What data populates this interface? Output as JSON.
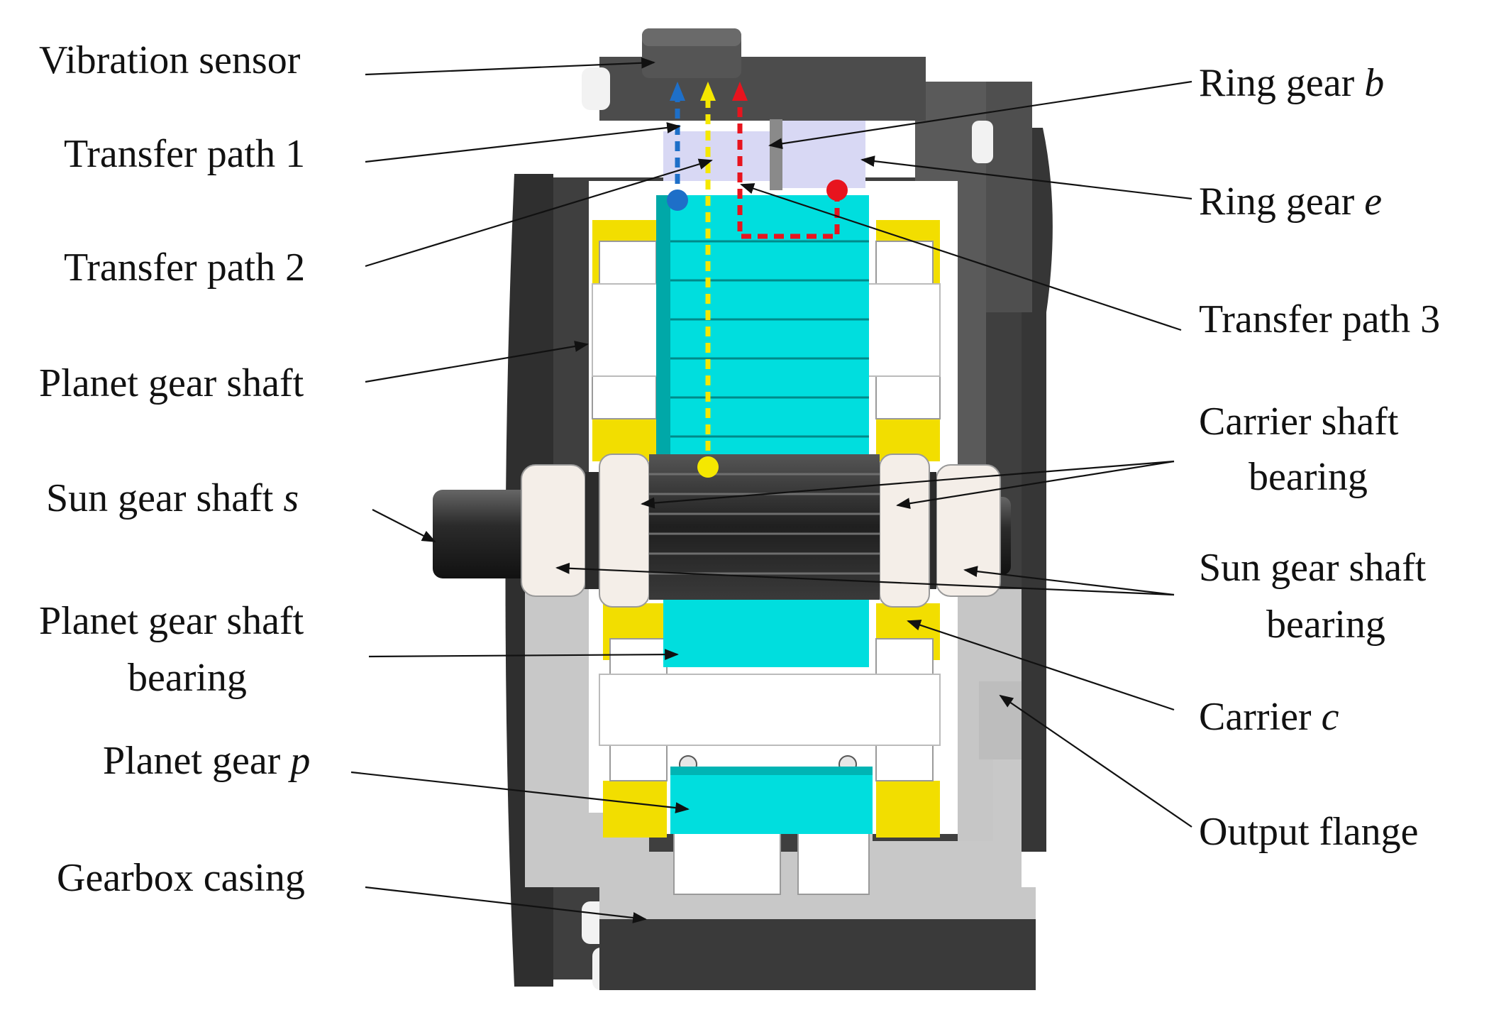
{
  "labels": {
    "vibration_sensor": "Vibration sensor",
    "transfer_path_1": "Transfer path 1",
    "transfer_path_2": "Transfer path 2",
    "transfer_path_3": "Transfer path 3",
    "ring_gear_b": {
      "text": "Ring gear ",
      "sym": "b"
    },
    "ring_gear_e": {
      "text": "Ring gear ",
      "sym": "e"
    },
    "planet_gear_shaft": "Planet gear shaft",
    "carrier_shaft_bearing": {
      "line1": "Carrier shaft",
      "line2": "bearing"
    },
    "sun_gear_shaft": {
      "text": "Sun gear shaft ",
      "sym": "s"
    },
    "sun_gear_shaft_bearing": {
      "line1": "Sun gear shaft",
      "line2": "bearing"
    },
    "planet_gear_shaft_bearing": {
      "line1": "Planet gear shaft",
      "line2": "bearing"
    },
    "carrier": {
      "text": "Carrier ",
      "sym": "c"
    },
    "planet_gear": {
      "text": "Planet gear ",
      "sym": "p"
    },
    "output_flange": "Output flange",
    "gearbox_casing": "Gearbox casing"
  },
  "colors": {
    "casing_dark": "#4a4a4a",
    "casing_light": "#c8c8c8",
    "gear_cyan": "#00dede",
    "carrier_yellow": "#f2de00",
    "ring_lavender": "#d8d8f4",
    "path_1_blue": "#1e6fc8",
    "path_2_yellow": "#f5e800",
    "path_3_red": "#e8141e"
  }
}
